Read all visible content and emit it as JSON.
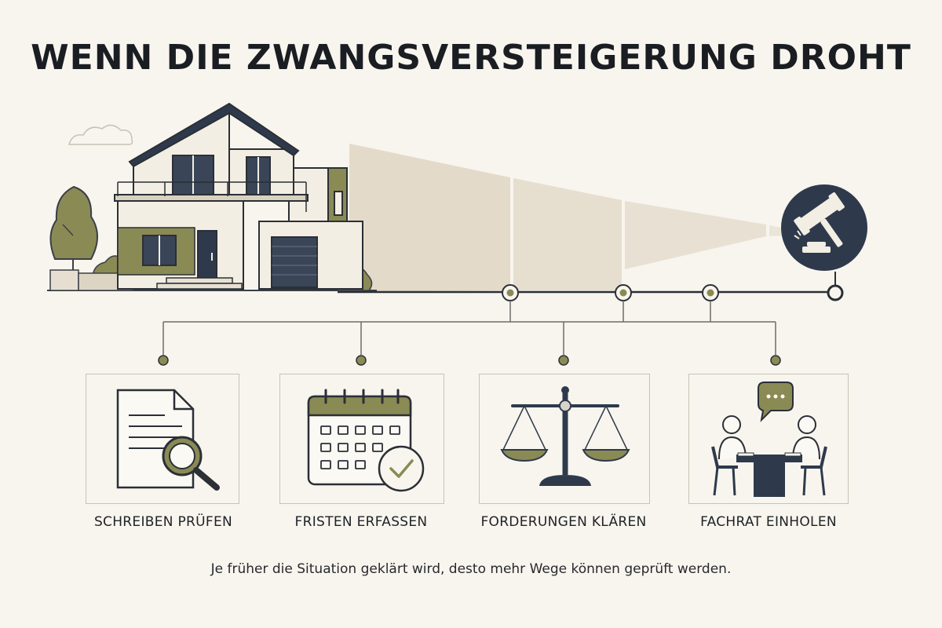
{
  "title": "WENN DIE ZWANGSVERSTEIGERUNG DROHT",
  "steps": [
    {
      "label": "SCHREIBEN PRÜFEN",
      "icon": "document-magnifier-icon"
    },
    {
      "label": "FRISTEN ERFASSEN",
      "icon": "calendar-check-icon"
    },
    {
      "label": "FORDERUNGEN KLÄREN",
      "icon": "scales-icon"
    },
    {
      "label": "FACHRAT EINHOLEN",
      "icon": "consultation-icon"
    }
  ],
  "caption": "Je früher die Situation geklärt wird, desto mehr Wege können geprüft werden.",
  "colors": {
    "background": "#f8f5ee",
    "navy": "#2e3a4c",
    "olive": "#8a8a55",
    "beam": "#e3dac9",
    "line": "#6c6c6c"
  }
}
